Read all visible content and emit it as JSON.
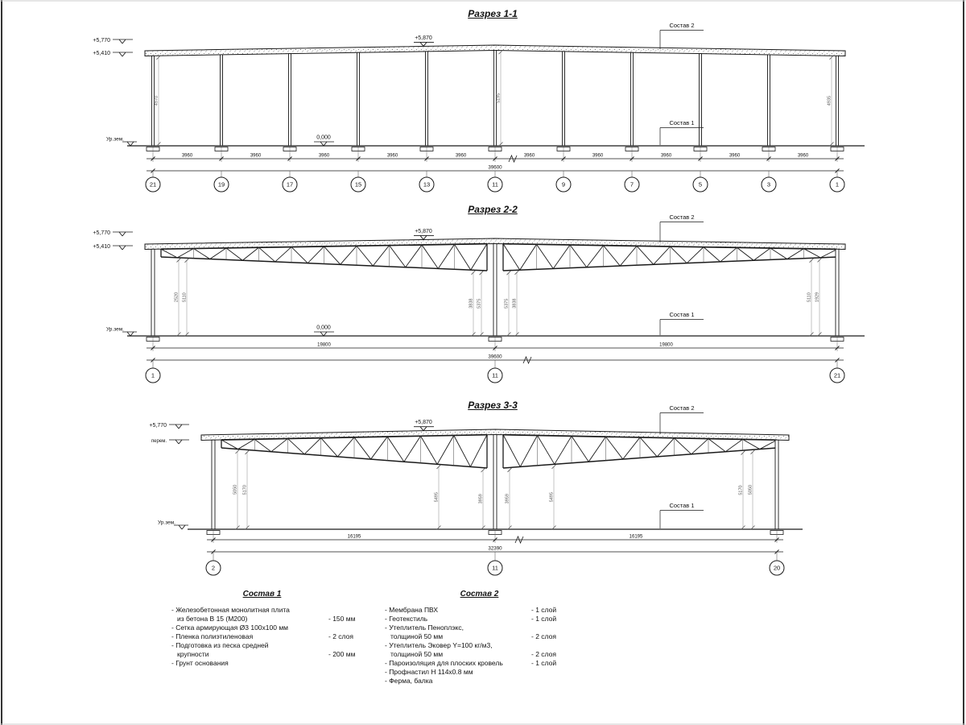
{
  "sheet": {
    "bg": "#ffffff",
    "line_color": "#1a1a1a"
  },
  "sections": [
    {
      "title": "Разрез 1-1",
      "elev": {
        "left_top": "+5,770",
        "left_bottom": "+5,410",
        "ridge": "+5,870",
        "zero": "0,000"
      },
      "ground_label": "Ур.зем.",
      "callouts": {
        "sostav2": "Состав 2",
        "sostav1": "Состав 1"
      },
      "inner_dims": [
        "4970",
        "5195",
        "4935"
      ],
      "bay_dims": [
        "3960",
        "3960",
        "3960",
        "3960",
        "3960",
        "3960",
        "3960",
        "3960",
        "3960",
        "3960"
      ],
      "total_dim": "39600",
      "bubbles": [
        "21",
        "19",
        "17",
        "15",
        "13",
        "11",
        "9",
        "7",
        "5",
        "3",
        "1"
      ]
    },
    {
      "title": "Разрез 2-2",
      "elev": {
        "left_top": "+5,770",
        "left_bottom": "+5,410",
        "ridge": "+5,870",
        "zero": "0,000"
      },
      "ground_label": "Ур.зем.",
      "callouts": {
        "sostav2": "Состав 2",
        "sostav1": "Состав 1"
      },
      "inner_dims": [
        "2520",
        "5110",
        "3838",
        "5375",
        "5375",
        "3838",
        "5110",
        "1929"
      ],
      "bay_dims": [
        "19800",
        "19800"
      ],
      "total_dim": "39600",
      "bubbles": [
        "1",
        "11",
        "21"
      ]
    },
    {
      "title": "Разрез 3-3",
      "elev": {
        "left_top": "+5,770",
        "left_bottom": "перем.",
        "ridge": "+5,870"
      },
      "ground_label": "Ур.зем.",
      "callouts": {
        "sostav2": "Состав 2",
        "sostav1": "Состав 1"
      },
      "inner_dims": [
        "5050",
        "5170",
        "5495",
        "3959",
        "3959",
        "5495",
        "5170",
        "5050"
      ],
      "bay_dims": [
        "16195",
        "16195"
      ],
      "total_dim": "32390",
      "bubbles": [
        "2",
        "11",
        "20"
      ]
    }
  ],
  "legend": {
    "sostav1": {
      "title": "Состав 1",
      "items": [
        {
          "lines": [
            "- Железобетонная монолитная плита",
            "из бетона В 15 (М200)"
          ],
          "value": "- 150 мм",
          "value_line": 1
        },
        {
          "lines": [
            "- Сетка армирующая Ø3 100х100 мм"
          ],
          "value": "",
          "value_line": 0
        },
        {
          "lines": [
            "- Пленка полиэтиленовая"
          ],
          "value": "- 2 слоя",
          "value_line": 0
        },
        {
          "lines": [
            "- Подготовка из песка средней",
            "крупности"
          ],
          "value": "- 200 мм",
          "value_line": 1
        },
        {
          "lines": [
            "- Грунт основания"
          ],
          "value": "",
          "value_line": 0
        }
      ]
    },
    "sostav2": {
      "title": "Состав 2",
      "items": [
        {
          "lines": [
            "- Мембрана ПВХ"
          ],
          "value": "- 1 слой",
          "value_line": 0
        },
        {
          "lines": [
            "- Геотекстиль"
          ],
          "value": "- 1 слой",
          "value_line": 0
        },
        {
          "lines": [
            "- Утеплитель Пеноплэкс,",
            "толщиной 50 мм"
          ],
          "value": "- 2 слоя",
          "value_line": 1
        },
        {
          "lines": [
            "- Утеплитель Эковер Y=100 кг/м3,",
            "толщиной 50 мм"
          ],
          "value": "- 2 слоя",
          "value_line": 1
        },
        {
          "lines": [
            "- Пароизоляция для плоских кровель"
          ],
          "value": "- 1 слой",
          "value_line": 0
        },
        {
          "lines": [
            "- Профнастил Н 114х0.8 мм"
          ],
          "value": "",
          "value_line": 0
        },
        {
          "lines": [
            "- Ферма, балка"
          ],
          "value": "",
          "value_line": 0
        }
      ]
    }
  }
}
